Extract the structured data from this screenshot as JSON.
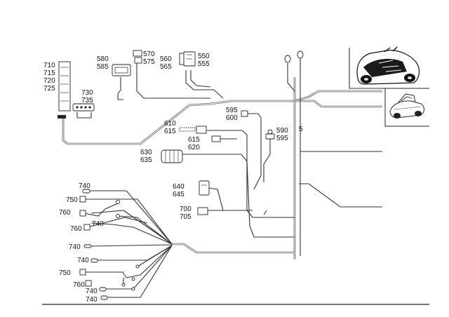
{
  "labels": {
    "l710": "710",
    "l715": "715",
    "l720": "720",
    "l725": "725",
    "l730": "730",
    "l735": "735",
    "l580": "580",
    "l585": "585",
    "l570": "570",
    "l575": "575",
    "l560": "560",
    "l565": "565",
    "l550": "550",
    "l555": "555",
    "l595a": "595",
    "l600": "600",
    "l610": "610",
    "l615a": "615",
    "l615b": "615",
    "l620": "620",
    "l590": "590",
    "l595b": "595",
    "l5": "5",
    "l630": "630",
    "l635": "635",
    "l640": "640",
    "l645": "645",
    "l700": "700",
    "l705": "705",
    "l740a": "740",
    "l750a": "750",
    "l760a": "760",
    "l760b": "760",
    "l740b": "740",
    "l740c": "740",
    "l740d": "740",
    "l750b": "750",
    "l760c": "760",
    "l740e": "740",
    "l740f": "740"
  },
  "icons": [
    "car-overview-icon",
    "car-roof-open-icon"
  ]
}
